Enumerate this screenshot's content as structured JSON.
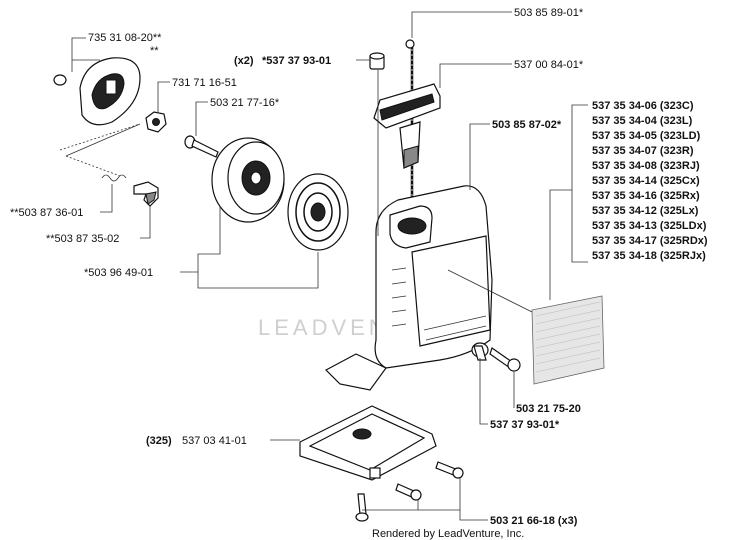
{
  "labels": {
    "p1": "735 31 08-20**",
    "p1b": "**",
    "p2": "731 71 16-51",
    "p3": "503 21 77-16*",
    "p4_prefix": "(x2)",
    "p4": "*537 37 93-01",
    "p5": "503 85 89-01*",
    "p6": "537 00 84-01*",
    "p7": "503 85 87-02*",
    "p8": "**503 87 36-01",
    "p9": "**503 87 35-02",
    "p10": "*503 96 49-01",
    "p11": "503 21 75-20",
    "p12": "537 37 93-01*",
    "p13_prefix": "(325)",
    "p13": "537 03 41-01",
    "p14": "503 21 66-18 (x3)"
  },
  "decal_list": [
    "537 35 34-06 (323C)",
    "537 35 34-04 (323L)",
    "537 35 34-05 (323LD)",
    "537 35 34-07 (323R)",
    "537 35 34-08 (323RJ)",
    "537 35 34-14 (325Cx)",
    "537 35 34-16 (325Rx)",
    "537 35 34-12 (325Lx)",
    "537 35 34-13 (325LDx)",
    "537 35 34-17 (325RDx)",
    "537 35 34-18 (325RJx)"
  ],
  "watermark": "LEADVENTURE",
  "footer": "Rendered by LeadVenture, Inc."
}
